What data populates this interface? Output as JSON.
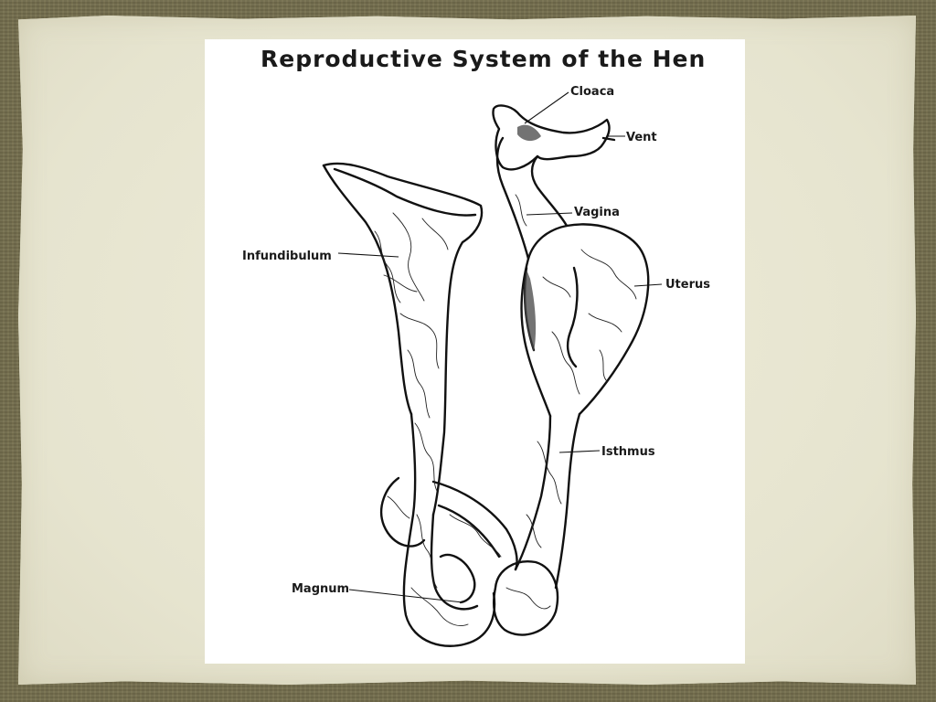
{
  "title": "Reproductive System of the Hen",
  "labels": {
    "cloaca": "Cloaca",
    "vent": "Vent",
    "vagina": "Vagina",
    "infundibulum": "Infundibulum",
    "uterus": "Uterus",
    "isthmus": "Isthmus",
    "magnum": "Magnum"
  },
  "colors": {
    "background": "#76704f",
    "paper": "#e9e7d3",
    "card": "#ffffff",
    "ink": "#111111"
  }
}
